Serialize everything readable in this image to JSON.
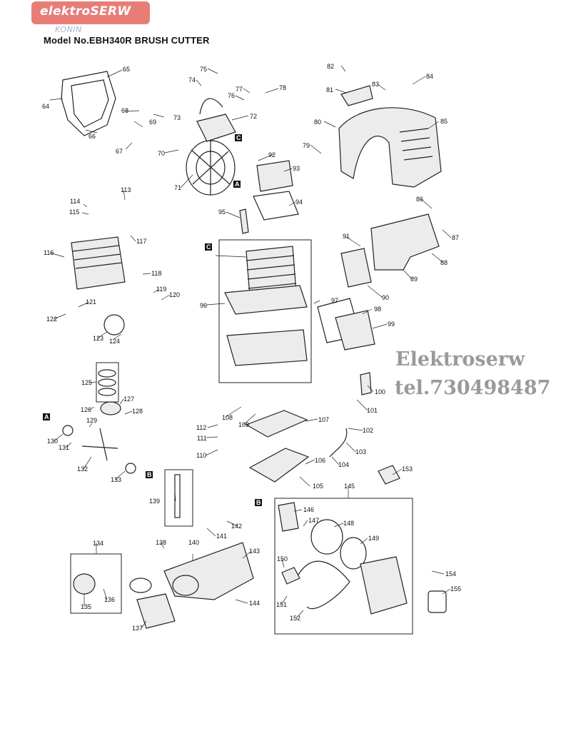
{
  "header": {
    "logo_text": "elektroSERW",
    "logo_subtext": "KONIN",
    "title": "Model No.EBH340R BRUSH CUTTER"
  },
  "watermark": {
    "line1": "Elektroserw",
    "line2": "tel.730498487"
  },
  "parts": [
    "65",
    "64",
    "66",
    "68",
    "69",
    "67",
    "73",
    "74",
    "75",
    "76",
    "77",
    "78",
    "72",
    "70",
    "71",
    "82",
    "81",
    "83",
    "84",
    "80",
    "85",
    "79",
    "92",
    "93",
    "94",
    "95",
    "113",
    "114",
    "115",
    "116",
    "117",
    "118",
    "119",
    "120",
    "121",
    "122",
    "123",
    "124",
    "96",
    "97",
    "98",
    "99",
    "91",
    "86",
    "87",
    "88",
    "89",
    "90",
    "100",
    "101",
    "102",
    "103",
    "104",
    "105",
    "106",
    "107",
    "108",
    "109",
    "110",
    "111",
    "112",
    "125",
    "126",
    "127",
    "128",
    "129",
    "130",
    "131",
    "132",
    "133",
    "139",
    "140",
    "141",
    "142",
    "143",
    "144",
    "134",
    "135",
    "136",
    "137",
    "138",
    "145",
    "146",
    "147",
    "148",
    "149",
    "150",
    "151",
    "152",
    "153",
    "154",
    "155"
  ],
  "section_tags": [
    "A",
    "B",
    "C"
  ],
  "colors": {
    "logo_bg": "#e87d78",
    "watermark": "#9a9a9a",
    "line": "#222222"
  }
}
